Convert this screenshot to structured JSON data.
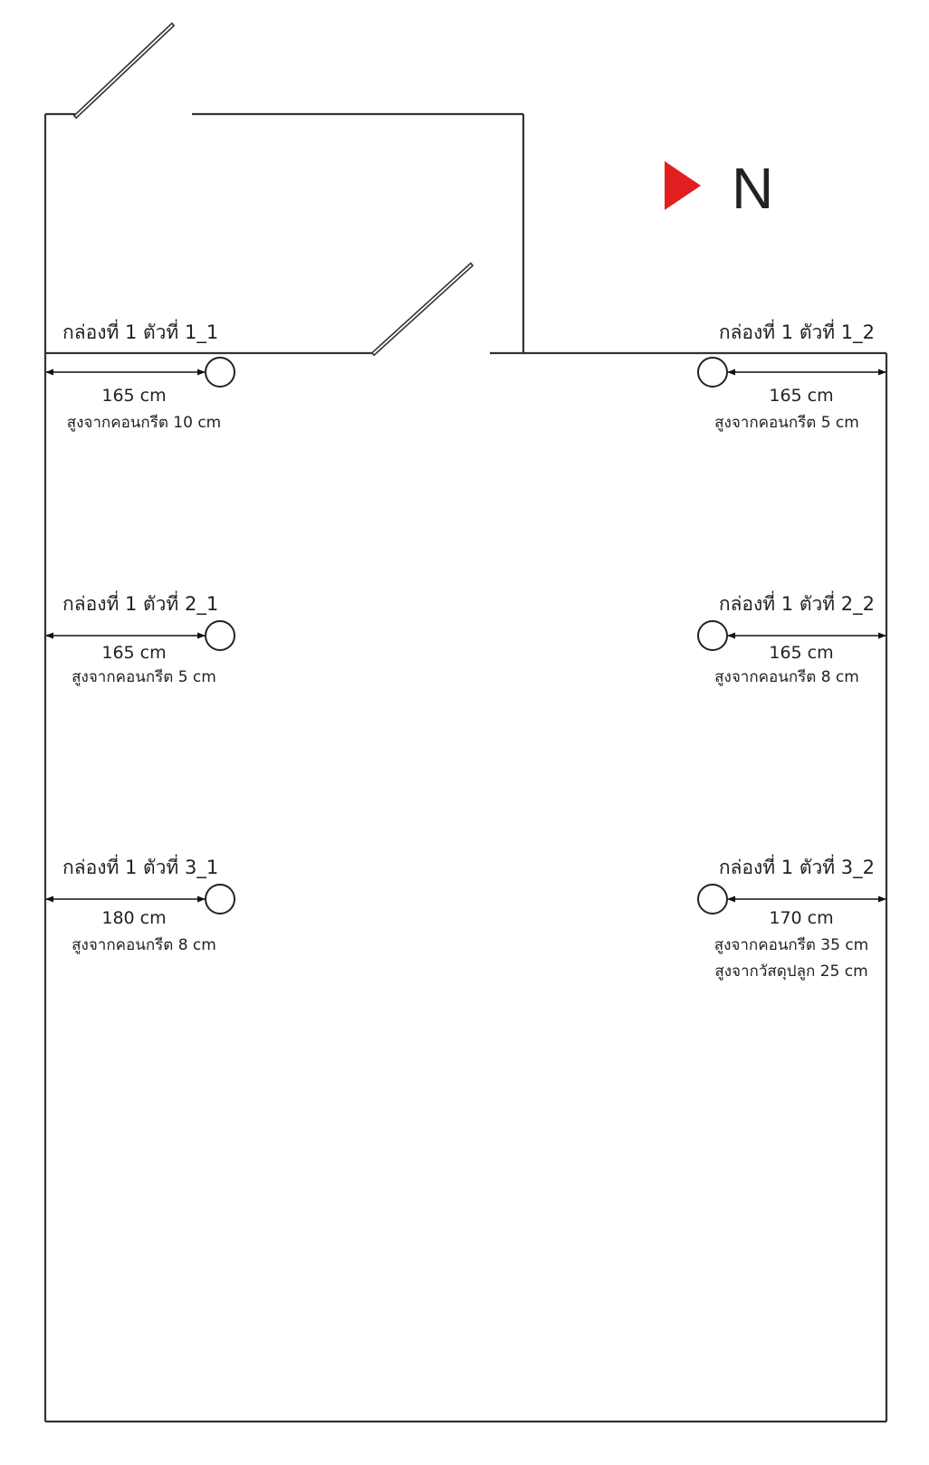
{
  "north": {
    "label": "N",
    "arrow_color": "#e02020"
  },
  "colors": {
    "wall": "#333333",
    "text": "#222222",
    "sensor_fill": "#ffffff"
  },
  "sensors": [
    {
      "id": "1_1",
      "label": "กล่องที่ 1 ตัวที่ 1_1",
      "distance": "165 cm",
      "notes": [
        "สูงจากคอนกรีต 10 cm"
      ]
    },
    {
      "id": "1_2",
      "label": "กล่องที่ 1 ตัวที่ 1_2",
      "distance": "165 cm",
      "notes": [
        "สูงจากคอนกรีต 5 cm"
      ]
    },
    {
      "id": "2_1",
      "label": "กล่องที่ 1 ตัวที่ 2_1",
      "distance": "165 cm",
      "notes": [
        "สูงจากคอนกรีต 5 cm"
      ]
    },
    {
      "id": "2_2",
      "label": "กล่องที่ 1 ตัวที่ 2_2",
      "distance": "165 cm",
      "notes": [
        "สูงจากคอนกรีต 8 cm"
      ]
    },
    {
      "id": "3_1",
      "label": "กล่องที่ 1 ตัวที่ 3_1",
      "distance": "180 cm",
      "notes": [
        "สูงจากคอนกรีต 8 cm"
      ]
    },
    {
      "id": "3_2",
      "label": "กล่องที่ 1 ตัวที่ 3_2",
      "distance": "170 cm",
      "notes": [
        "สูงจากคอนกรีต 35 cm",
        "สูงจากวัสดุปลูก 25 cm"
      ]
    }
  ]
}
